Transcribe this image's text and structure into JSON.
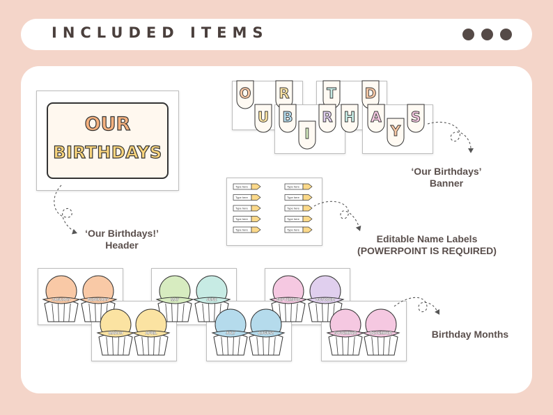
{
  "header": {
    "title": "INCLUDED ITEMS",
    "dots": [
      "dot",
      "dot",
      "dot"
    ]
  },
  "poster": {
    "line1": "OUR",
    "line2": "BIRTHDAYS",
    "caption_line1": "‘Our Birthdays!’",
    "caption_line2": "Header"
  },
  "banner": {
    "caption_line1": "‘Our Birthdays’",
    "caption_line2": "Banner",
    "back_row": [
      "O",
      "R",
      "T",
      "D"
    ],
    "front_row": [
      "U",
      "B",
      "I",
      "R",
      "H",
      "A",
      "Y",
      "S"
    ]
  },
  "labels": {
    "placeholder": "Type here",
    "caption_line1": "Editable Name Labels",
    "caption_line2": "(POWERPOINT IS REQUIRED)"
  },
  "months": {
    "caption": "Birthday Months",
    "back": [
      "JANUARY",
      "FEBRUARY",
      "MAY",
      "JUNE",
      "SEPTEMBER",
      "OCTOBER"
    ],
    "front": [
      "MARCH",
      "APRIL",
      "JULY",
      "AUGUST",
      "NOVEMBER",
      "DECEMBER"
    ]
  },
  "colors": {
    "background": "#f4d5c9",
    "text": "#4a3f3c",
    "orange": "#f9c9a6",
    "yellow": "#fbe3a2",
    "green": "#d7ecc0",
    "teal": "#c7ebe4",
    "blue": "#b5dbec",
    "pink": "#f5c8e1",
    "lilac": "#e0cfee"
  }
}
